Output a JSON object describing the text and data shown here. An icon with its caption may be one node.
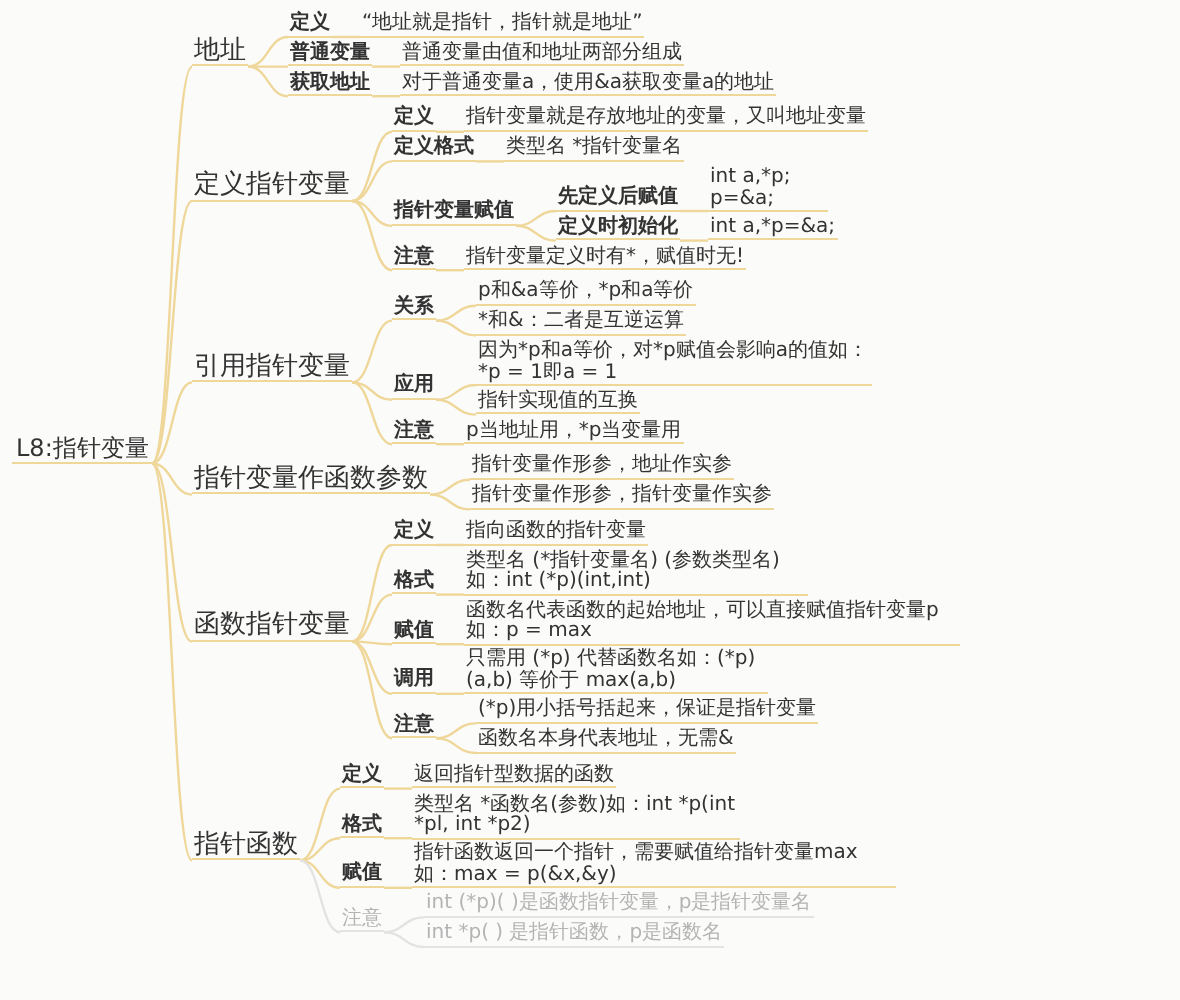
{
  "diagram": {
    "nodes": [
      {
        "text": [
          "L8:指针变量"
        ]
      },
      {
        "text": [
          "地址"
        ]
      },
      {
        "text": [
          "定义"
        ]
      },
      {
        "text": [
          "“地址就是指针，指针就是地址”"
        ]
      },
      {
        "text": [
          "普通变量"
        ]
      },
      {
        "text": [
          "普通变量由值和地址两部分组成"
        ]
      },
      {
        "text": [
          "获取地址"
        ]
      },
      {
        "text": [
          "对于普通变量a，使用&a获取变量a的地址"
        ]
      },
      {
        "text": [
          "定义指针变量"
        ]
      },
      {
        "text": [
          "定义"
        ]
      },
      {
        "text": [
          "指针变量就是存放地址的变量，又叫地址变量"
        ]
      },
      {
        "text": [
          "定义格式"
        ]
      },
      {
        "text": [
          "类型名 *指针变量名"
        ]
      },
      {
        "text": [
          "指针变量赋值"
        ]
      },
      {
        "text": [
          "先定义后赋值"
        ]
      },
      {
        "text": [
          "int a,*p; p=&a;"
        ]
      },
      {
        "text": [
          "定义时初始化"
        ]
      },
      {
        "text": [
          "int a,*p=&a;"
        ]
      },
      {
        "text": [
          "注意"
        ]
      },
      {
        "text": [
          "指针变量定义时有*，赋值时无!"
        ]
      },
      {
        "text": [
          "引用指针变量"
        ]
      },
      {
        "text": [
          "关系"
        ]
      },
      {
        "text": [
          "p和&a等价，*p和a等价"
        ]
      },
      {
        "text": [
          "*和&：二者是互逆运算"
        ]
      },
      {
        "text": [
          "应用"
        ]
      },
      {
        "text": [
          "因为*p和a等价，对*p赋值会影响a的值如：*p = 1即a = 1"
        ]
      },
      {
        "text": [
          "指针实现值的互换"
        ]
      },
      {
        "text": [
          "注意"
        ]
      },
      {
        "text": [
          "p当地址用，*p当变量用"
        ]
      },
      {
        "text": [
          "指针变量作函数参数"
        ]
      },
      {
        "text": [
          "指针变量作形参，地址作实参"
        ]
      },
      {
        "text": [
          "指针变量作形参，指针变量作实参"
        ]
      },
      {
        "text": [
          "函数指针变量"
        ]
      },
      {
        "text": [
          "定义"
        ]
      },
      {
        "text": [
          "指向函数的指针变量"
        ]
      },
      {
        "text": [
          "格式"
        ]
      },
      {
        "text": [
          "类型名 (*指针变量名) (参数类型名)如：int (*p)(int,int)"
        ]
      },
      {
        "text": [
          "赋值"
        ]
      },
      {
        "text": [
          "函数名代表函数的起始地址，可以直接赋值指针变量p如：p = max"
        ]
      },
      {
        "text": [
          "调用"
        ]
      },
      {
        "text": [
          "只需用 (*p) 代替函数名如：(*p)(a,b) 等价于 max(a,b)"
        ]
      },
      {
        "text": [
          "注意"
        ]
      },
      {
        "text": [
          "(*p)用小括号括起来，保证是指针变量"
        ]
      },
      {
        "text": [
          "函数名本身代表地址，无需&"
        ]
      },
      {
        "text": [
          "指针函数"
        ]
      },
      {
        "text": [
          "定义"
        ]
      },
      {
        "text": [
          "返回指针型数据的函数"
        ]
      },
      {
        "text": [
          "格式"
        ]
      },
      {
        "text": [
          "类型名 *函数名(参数)如：int *p(int *pl, int *p2)"
        ]
      },
      {
        "text": [
          "赋值"
        ]
      },
      {
        "text": [
          "指针函数返回一个指针，需要赋值给指针变量max如：max = p(&x,&y)"
        ]
      },
      {
        "text": [
          "注意"
        ]
      },
      {
        "text": [
          "int (*p)( )是函数指针变量，p是指针变量名"
        ]
      },
      {
        "text": [
          "int *p( ) 是指针函数，p是函数名"
        ]
      }
    ],
    "edges": [
      {
        "from": 0,
        "to": 1,
        "arrow": "none"
      },
      {
        "from": 1,
        "to": 2,
        "arrow": "none"
      },
      {
        "from": 2,
        "to": 3,
        "arrow": "none"
      },
      {
        "from": 1,
        "to": 4,
        "arrow": "none"
      },
      {
        "from": 4,
        "to": 5,
        "arrow": "none"
      },
      {
        "from": 1,
        "to": 6,
        "arrow": "none"
      },
      {
        "from": 6,
        "to": 7,
        "arrow": "none"
      },
      {
        "from": 0,
        "to": 8,
        "arrow": "none"
      },
      {
        "from": 8,
        "to": 9,
        "arrow": "none"
      },
      {
        "from": 9,
        "to": 10,
        "arrow": "none"
      },
      {
        "from": 8,
        "to": 11,
        "arrow": "none"
      },
      {
        "from": 11,
        "to": 12,
        "arrow": "none"
      },
      {
        "from": 8,
        "to": 13,
        "arrow": "none"
      },
      {
        "from": 13,
        "to": 14,
        "arrow": "none"
      },
      {
        "from": 14,
        "to": 15,
        "arrow": "none"
      },
      {
        "from": 13,
        "to": 16,
        "arrow": "none"
      },
      {
        "from": 16,
        "to": 17,
        "arrow": "none"
      },
      {
        "from": 8,
        "to": 18,
        "arrow": "none"
      },
      {
        "from": 18,
        "to": 19,
        "arrow": "none"
      },
      {
        "from": 0,
        "to": 20,
        "arrow": "none"
      },
      {
        "from": 20,
        "to": 21,
        "arrow": "none"
      },
      {
        "from": 21,
        "to": 22,
        "arrow": "none"
      },
      {
        "from": 21,
        "to": 23,
        "arrow": "none"
      },
      {
        "from": 20,
        "to": 24,
        "arrow": "none"
      },
      {
        "from": 24,
        "to": 25,
        "arrow": "none"
      },
      {
        "from": 24,
        "to": 26,
        "arrow": "none"
      },
      {
        "from": 20,
        "to": 27,
        "arrow": "none"
      },
      {
        "from": 27,
        "to": 28,
        "arrow": "none"
      },
      {
        "from": 0,
        "to": 29,
        "arrow": "none"
      },
      {
        "from": 29,
        "to": 30,
        "arrow": "none"
      },
      {
        "from": 29,
        "to": 31,
        "arrow": "none"
      },
      {
        "from": 0,
        "to": 32,
        "arrow": "none"
      },
      {
        "from": 32,
        "to": 33,
        "arrow": "none"
      },
      {
        "from": 33,
        "to": 34,
        "arrow": "none"
      },
      {
        "from": 32,
        "to": 35,
        "arrow": "none"
      },
      {
        "from": 35,
        "to": 36,
        "arrow": "none"
      },
      {
        "from": 32,
        "to": 37,
        "arrow": "none"
      },
      {
        "from": 37,
        "to": 38,
        "arrow": "none"
      },
      {
        "from": 32,
        "to": 39,
        "arrow": "none"
      },
      {
        "from": 39,
        "to": 40,
        "arrow": "none"
      },
      {
        "from": 32,
        "to": 41,
        "arrow": "none"
      },
      {
        "from": 41,
        "to": 42,
        "arrow": "none"
      },
      {
        "from": 41,
        "to": 43,
        "arrow": "none"
      },
      {
        "from": 0,
        "to": 44,
        "arrow": "none"
      },
      {
        "from": 44,
        "to": 45,
        "arrow": "none"
      },
      {
        "from": 45,
        "to": 46,
        "arrow": "none"
      },
      {
        "from": 44,
        "to": 47,
        "arrow": "none"
      },
      {
        "from": 47,
        "to": 48,
        "arrow": "none"
      },
      {
        "from": 44,
        "to": 49,
        "arrow": "none"
      },
      {
        "from": 49,
        "to": 50,
        "arrow": "none"
      },
      {
        "from": 44,
        "to": 51,
        "arrow": "none",
        "color": "#e3e3e3"
      },
      {
        "from": 51,
        "to": 52,
        "arrow": "none",
        "color": "#e3e3e3"
      },
      {
        "from": 51,
        "to": 53,
        "arrow": "none",
        "color": "#e3e3e3"
      }
    ]
  }
}
